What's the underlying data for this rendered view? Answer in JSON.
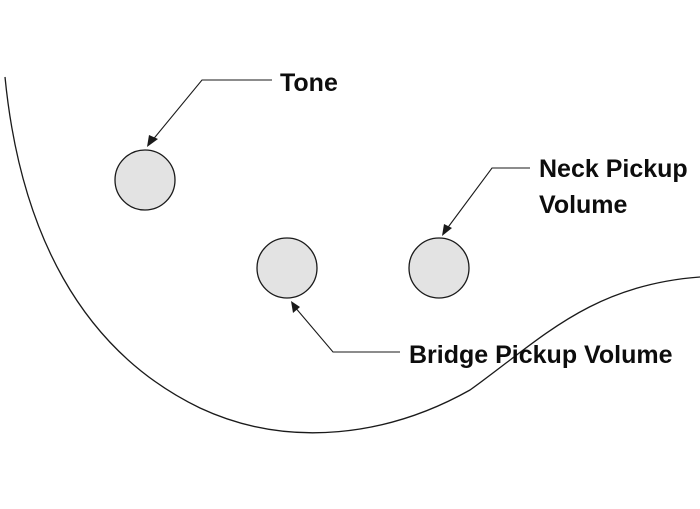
{
  "labels": {
    "tone": "Tone",
    "neck_pickup_volume_line1": "Neck Pickup",
    "neck_pickup_volume_line2": "Volume",
    "bridge_pickup_volume": "Bridge Pickup Volume"
  },
  "colors": {
    "knob_fill": "#e3e3e3",
    "stroke": "#1a1a1a",
    "background": "#ffffff"
  }
}
